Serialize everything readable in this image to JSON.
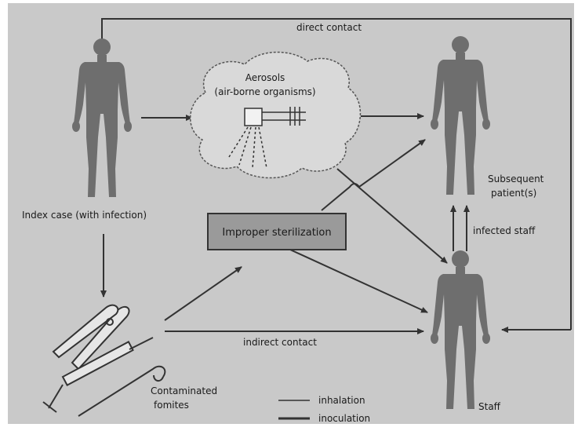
{
  "labels": {
    "direct_contact": "direct contact",
    "aerosols_line1": "Aerosols",
    "aerosols_line2": "(air-borne organisms)",
    "index_case": "Index case (with infection)",
    "subsequent_line1": "Subsequent",
    "subsequent_line2": "patient(s)",
    "infected_staff": "infected staff",
    "improper_sterilization": "Improper sterilization",
    "indirect_contact": "indirect contact",
    "fomites_line1": "Contaminated",
    "fomites_line2": "fomites",
    "staff": "Staff"
  },
  "legend": [
    {
      "label": "inhalation",
      "style": "thin"
    },
    {
      "label": "inoculation",
      "style": "thick"
    }
  ],
  "colors": {
    "background": "#c9c9c9",
    "figure": "#6e6e6e",
    "box_fill": "#9a9a9a",
    "line": "#333333"
  }
}
